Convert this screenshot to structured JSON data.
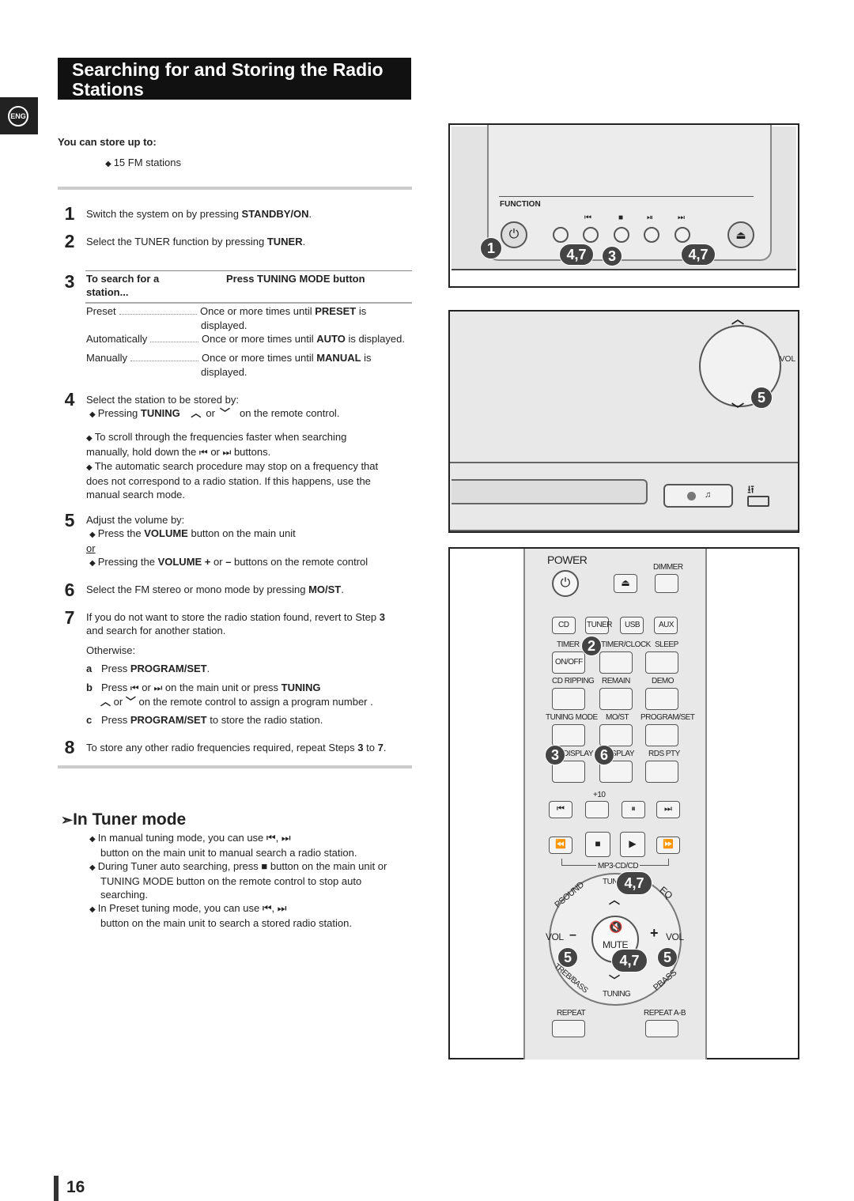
{
  "header": {
    "title_line1": "Searching for and Storing the Radio",
    "title_line2": "Stations",
    "lang_tab": "ENG"
  },
  "intro": {
    "store_label": "You can store up to:",
    "store_item": "15 FM stations"
  },
  "steps": {
    "s1": {
      "num": "1",
      "pre": "Switch the system on by pressing ",
      "bold": "STANDBY/ON",
      "post": "."
    },
    "s2": {
      "num": "2",
      "pre": "Select the TUNER function by pressing ",
      "bold": "TUNER",
      "post": "."
    },
    "s3": {
      "num": "3",
      "table_col1": "To search for a station...",
      "table_col2_pre": "Press ",
      "table_col2_bold": "TUNING MODE",
      "table_col2_post": " button",
      "rows": [
        {
          "label": "Preset",
          "pre": "Once or more times until ",
          "bold": "PRESET",
          "post": " is",
          "cont": "displayed."
        },
        {
          "label": "Automatically",
          "pre": "Once or more times until ",
          "bold": "AUTO",
          "post": "  is displayed.",
          "cont": ""
        },
        {
          "label": "Manually",
          "pre": "Once or more times until ",
          "bold": "MANUAL",
          "post": " is",
          "cont": "displayed."
        }
      ]
    },
    "s4": {
      "num": "4",
      "line1": "Select the station to be stored by:",
      "bullet_pre": "Pressing ",
      "bullet_bold": "TUNING",
      "bullet_or": "or",
      "bullet_post": "on the remote control.",
      "note1_a": "To scroll through the frequencies faster when searching",
      "note1_b_pre": "manually, hold down the",
      "note1_b_or": "or",
      "note1_b_post": "buttons.",
      "note2_a": "The automatic search procedure may stop on a frequency that",
      "note2_b": "does not correspond to a radio station. If this happens, use the",
      "note2_c": "manual search mode."
    },
    "s5": {
      "num": "5",
      "line1": "Adjust the volume by:",
      "b1_pre": "Press the ",
      "b1_bold": "VOLUME",
      "b1_post": " button on the main unit",
      "or": "or",
      "b2_pre": "Pressing the ",
      "b2_bold": "VOLUME +",
      "b2_mid": " or ",
      "b2_bold2": "–",
      "b2_post": " buttons on the remote control"
    },
    "s6": {
      "num": "6",
      "pre": "Select the FM stereo or mono mode by pressing ",
      "bold": "MO/ST",
      "post": "."
    },
    "s7": {
      "num": "7",
      "l1_pre": "If you do not want to store the radio station found, revert to Step ",
      "l1_bold": "3",
      "l2": "and search for another station.",
      "otherwise": "Otherwise:",
      "a_letter": "a",
      "a_pre": "Press ",
      "a_bold": "PROGRAM/SET",
      "a_post": ".",
      "b_letter": "b",
      "b_pre": "Press",
      "b_or": "or",
      "b_mid": "on the main unit or press ",
      "b_bold": "TUNING",
      "b2_or": "or",
      "b2_post": "on the remote control to assign a program number .",
      "c_letter": "c",
      "c_pre": "Press ",
      "c_bold": "PROGRAM/SET",
      "c_post": " to store the radio station."
    },
    "s8": {
      "num": "8",
      "pre": "To store any other radio frequencies required, repeat Steps ",
      "b1": "3",
      "mid": " to ",
      "b2": "7",
      "post": "."
    }
  },
  "tuner_mode": {
    "title": "In Tuner mode",
    "n1_pre": "In manual tuning mode, you can use",
    "n1_b": "button on the main unit to manual search a radio station.",
    "n2_pre": "During Tuner auto searching, press",
    "n2_post": "button on the main unit or",
    "n2_b": "TUNING MODE button on the remote control to stop auto",
    "n2_c": "searching.",
    "n3_pre": "In Preset tuning mode, you can use",
    "n3_b": "button on the main unit to search a stored radio station."
  },
  "figure1": {
    "function_label": "FUNCTION",
    "callouts": [
      "1",
      "4,7",
      "3",
      "4,7"
    ]
  },
  "figure2": {
    "vol_label": "VOL",
    "callout": "5"
  },
  "remote": {
    "power": "POWER",
    "dimmer": "DIMMER",
    "row1": [
      "CD",
      "TUNER",
      "USB",
      "AUX"
    ],
    "timer": "TIMER",
    "timer_clock": "TIMER/CLOCK",
    "sleep": "SLEEP",
    "on_off": "ON/OFF",
    "cd_ripping": "CD RIPPING",
    "remain": "REMAIN",
    "demo": "DEMO",
    "tuning_mode": "TUNING MODE",
    "mo_st": "MO/ST",
    "program_set": "PROGRAM/SET",
    "display1": "DISPLAY",
    "display2": "DISPLAY",
    "rds_pty": "RDS PTY",
    "plus10": "+10",
    "mp3cd": "MP3-CD/CD",
    "psound": "PSOUND",
    "tuning_top": "TUNING",
    "eq": "EQ",
    "vol_l": "VOL",
    "vol_r": "VOL",
    "mute": "MUTE",
    "treb_bass": "TREB/BASS",
    "tuning_bottom": "TUNING",
    "pbass": "PBASS",
    "repeat": "REPEAT",
    "repeat_ab": "REPEAT A-B",
    "callouts": [
      "2",
      "3",
      "6",
      "4,7",
      "5",
      "4,7",
      "5"
    ]
  },
  "footer": {
    "page_number": "16"
  }
}
